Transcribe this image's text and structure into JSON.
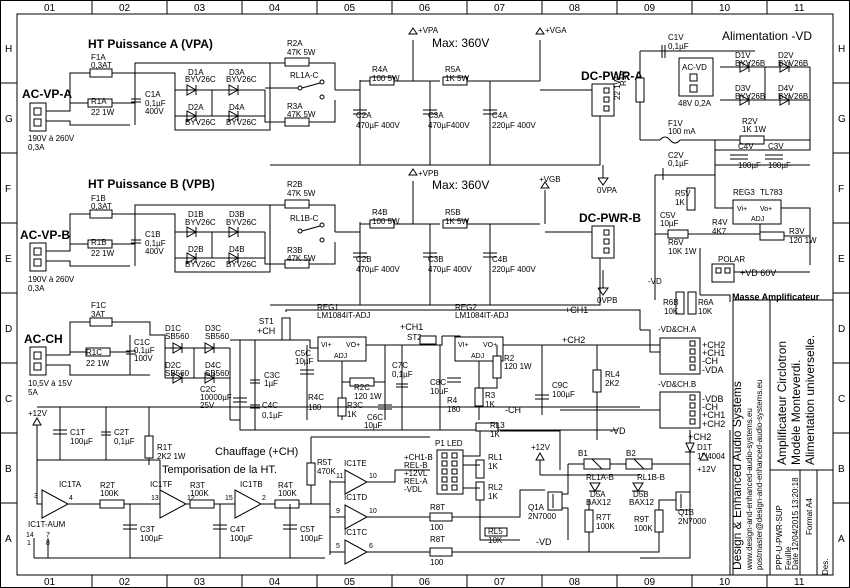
{
  "frame": {
    "cols": [
      "01",
      "02",
      "03",
      "04",
      "05",
      "06",
      "07",
      "08",
      "09",
      "10",
      "11"
    ],
    "rows": [
      "H",
      "G",
      "F",
      "E",
      "D",
      "C",
      "B",
      "A"
    ]
  },
  "sections": {
    "vpa": "HT Puissance A (VPA)",
    "vpb": "HT Puissance B (VPB)",
    "vd": "Alimentation -VD",
    "heat": "Chauffage (+CH)",
    "tempo": "Temporisation de la HT.",
    "max_a": "Max: 360V",
    "max_b": "Max: 360V"
  },
  "connectors": {
    "acvpa": "AC-VP-A",
    "acvpb": "AC-VP-B",
    "acch": "AC-CH",
    "dca": "DC-PWR-A",
    "dcb": "DC-PWR-B",
    "acvpa_spec": [
      "190V à 260V",
      "0,3A"
    ],
    "acvpb_spec": [
      "190V à 260V",
      "0,3A"
    ],
    "acch_spec": [
      "10,5V à 15V",
      "5A"
    ],
    "acvd": "AC-VD",
    "acvd_spec": "48V 0,2A",
    "vdcha": "-VD&CH.A",
    "vdchb": "-VD&CH.B",
    "p1": "P1 LED",
    "masse": "Masse Amplificateur",
    "polar": "POLAR",
    "vd60": "+VD 60V"
  },
  "nets": {
    "vpa": "+VPA",
    "vga": "+VGA",
    "vpb": "+VPB",
    "vgb": "+VGB",
    "ovpa": "0VPA",
    "ovpb": "0VPB",
    "ch1": "+CH1",
    "ch2": "+CH2",
    "ch": "+CH",
    "mch": "-CH",
    "vd": "-VD",
    "p12": "+12V",
    "p12v": "+12V",
    "p12r": "+12V",
    "vda": "-VDA",
    "vdb": "-VDB"
  },
  "conn_pins": {
    "a": [
      "+CH2",
      "+CH1",
      "-CH",
      "-VDA"
    ],
    "b": [
      "-VDB",
      "-CH",
      "+CH1",
      "+CH2"
    ],
    "p1": [
      "+CH1-B",
      "REL-B",
      "+12VL",
      "REL-A",
      "-VDL"
    ]
  },
  "parts": {
    "f1a": [
      "F1A",
      "0,3AT"
    ],
    "r1a": [
      "R1A",
      "22 1W"
    ],
    "c1a": [
      "C1A",
      "0,1µF",
      "400V"
    ],
    "d1a": [
      "D1A",
      "BYV26C"
    ],
    "d2a": [
      "D2A",
      "BYV26C"
    ],
    "d3a": [
      "D3A",
      "BYV26C"
    ],
    "d4a": [
      "D4A",
      "BYV26C"
    ],
    "r2a": [
      "R2A",
      "47K 5W"
    ],
    "r3a": [
      "R3A",
      "47K 5W"
    ],
    "rl1a": "RL1A-C",
    "c2a": [
      "C2A",
      "470µF 400V"
    ],
    "r4a": [
      "R4A",
      "100 5W"
    ],
    "c3a": [
      "C3A",
      "470µF400V"
    ],
    "r5a": [
      "R5A",
      "1K 5W"
    ],
    "c4a": [
      "C4A",
      "220µF 400V"
    ],
    "f1b": [
      "F1B",
      "0,3AT"
    ],
    "r1b": [
      "R1B",
      "22 1W"
    ],
    "c1b": [
      "C1B",
      "0,1µF",
      "400V"
    ],
    "d1b": [
      "D1B",
      "BYV26C"
    ],
    "d2b": [
      "D2B",
      "BYV26C"
    ],
    "d3b": [
      "D3B",
      "BYV26C"
    ],
    "d4b": [
      "D4B",
      "BYV26C"
    ],
    "r2b": [
      "R2B",
      "47K 5W"
    ],
    "r3b": [
      "R3B",
      "47K 5W"
    ],
    "rl1b": "RL1B-C",
    "c2b": [
      "C2B",
      "470µF 400V"
    ],
    "r4b": [
      "R4B",
      "100 5W"
    ],
    "c3b": [
      "C3B",
      "470µF 400V"
    ],
    "r5b": [
      "R5B",
      "1K 5W"
    ],
    "c4b": [
      "C4B",
      "220µF 400V"
    ],
    "c1v": [
      "C1V",
      "0,1µF"
    ],
    "r1v": [
      "R1V",
      "22 1W"
    ],
    "d1v": [
      "D1V",
      "BYV26B"
    ],
    "d2v": [
      "D2V",
      "BYV26B"
    ],
    "d3v": [
      "D3V",
      "BYV26B"
    ],
    "d4v": [
      "D4V",
      "BYV26B"
    ],
    "f1v": [
      "F1V",
      "100 mA"
    ],
    "r2v": [
      "R2V",
      "1K 1W"
    ],
    "c4v": [
      "C4V",
      "100µF"
    ],
    "c3v": [
      "C3V",
      "100µF"
    ],
    "c2v": [
      "C2V",
      "0,1µF"
    ],
    "r5v": [
      "R5V",
      "1K"
    ],
    "reg3": [
      "REG3",
      "TL783"
    ],
    "reg3p": [
      "Vi+",
      "Vo+",
      "ADJ"
    ],
    "c5v": [
      "C5V",
      "10µF"
    ],
    "r4v": [
      "R4V",
      "4K7"
    ],
    "r3v": [
      "R3V",
      "120 1W"
    ],
    "r6v": [
      "R6V",
      "10K 1W"
    ],
    "r6b": [
      "R6B",
      "10K"
    ],
    "r6a": [
      "R6A",
      "10K"
    ],
    "f1c": [
      "F1C",
      "3AT"
    ],
    "r1c": [
      "R1C",
      "22 1W"
    ],
    "c1c": [
      "C1C",
      "0,1µF",
      "100V"
    ],
    "d1c": [
      "D1C",
      "SB560"
    ],
    "d2c": [
      "D2C",
      "SB560"
    ],
    "d3c": [
      "D3C",
      "SB560"
    ],
    "d4c": [
      "D4C",
      "SB560"
    ],
    "c2c": [
      "C2C",
      "10000µF",
      "25V"
    ],
    "c3c": [
      "C3C",
      "1µF"
    ],
    "c4c": [
      "C4C",
      "0,1µF"
    ],
    "st1": "ST1",
    "st2": "ST2",
    "reg1": [
      "REG1",
      "LM1084IT-ADJ"
    ],
    "reg2": [
      "REG2",
      "LM1084IT-ADJ"
    ],
    "regp": [
      "VI+",
      "VO+",
      "ADJ"
    ],
    "c5c": [
      "C5C",
      "10µF"
    ],
    "r4c": [
      "R4C",
      "180"
    ],
    "r3c": [
      "R3C",
      "1K"
    ],
    "r2c": [
      "R2C",
      "120 1W"
    ],
    "c6c": [
      "C6C",
      "10µF"
    ],
    "c7c": [
      "C7C",
      "0,1µF"
    ],
    "c8c": [
      "C8C",
      "10µF"
    ],
    "r4": [
      "R4",
      "180"
    ],
    "r3": [
      "R3",
      "1K"
    ],
    "r2": [
      "R2",
      "120 1W"
    ],
    "c9c": [
      "C9C",
      "100µF"
    ],
    "rl4": [
      "RL4",
      "2K2"
    ],
    "rl3": [
      "RL3",
      "1K"
    ],
    "rl1": [
      "RL1",
      "1K"
    ],
    "rl2": [
      "RL2",
      "1K"
    ],
    "c1t": [
      "C1T",
      "100µF"
    ],
    "c2t": [
      "C2T",
      "0,1µF"
    ],
    "r1t": [
      "R1T",
      "2K2 1W"
    ],
    "ic1ta": "IC1TA",
    "ic1aum": "IC1T-AUM",
    "ic1pins": [
      "14",
      "7",
      "1",
      "8"
    ],
    "r2t": [
      "R2T",
      "100K"
    ],
    "ic1tf": "IC1TF",
    "r3t": [
      "R3T",
      "100K"
    ],
    "ic1tb": "IC1TB",
    "r4t": [
      "R4T",
      "100K"
    ],
    "r5t": [
      "R5T",
      "470K"
    ],
    "c3t": [
      "C3T",
      "100µF"
    ],
    "c4t": [
      "C4T",
      "100µF"
    ],
    "c5t": [
      "C5T",
      "100µF"
    ],
    "ic1te": "IC1TE",
    "ic1td": "IC1TD",
    "ic1tc": "IC1TC",
    "r8t": [
      "R8T",
      "100"
    ],
    "r8t2": [
      "R8T",
      "100"
    ],
    "r9t": [
      "R9T",
      "100K"
    ],
    "pin13": "13",
    "pin12": "12",
    "pin3": "3",
    "pin4": "4",
    "pin2": "2",
    "pin15": "15",
    "pin5": "5",
    "pin6": "6",
    "pin11": "11",
    "pin10": "10",
    "pin9": "9",
    "rl5": [
      "RL5",
      "10K"
    ],
    "q1a": [
      "Q1A",
      "2N7000"
    ],
    "r7t": [
      "R7T",
      "100K"
    ],
    "q1b": [
      "Q1B",
      "2N7000"
    ],
    "b1": "B1",
    "b2": "B2",
    "rl1ab": "RL1A-B",
    "rl1bb": "RL1B-B",
    "d5a": [
      "D5A",
      "BAX12"
    ],
    "d5b": [
      "D5B",
      "BAX12"
    ],
    "d1t": [
      "D1T",
      "1N4004"
    ]
  },
  "titleblock": {
    "company": "Design & Enhanced Audio Systems",
    "web": "www.design-and-enhanced-audio-systems.eu",
    "mail": "postmaster@design-and-enhanced-audio-systems.eu",
    "l1": "Amplificateur Circlotron",
    "l2": "Modèle Monteverdi.",
    "l3": "Alimentation universelle.",
    "ref": "PPP-U-PWR-SUP",
    "feuille": "Feuille",
    "date": "Date 12/04/2015 13:20:18",
    "format": "Format A4",
    "des": "Des."
  }
}
